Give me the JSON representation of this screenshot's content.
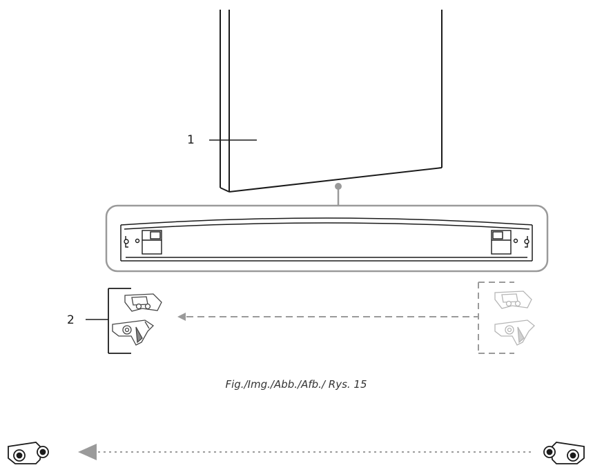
{
  "figure": {
    "caption": "Fig./Img./Abb./Afb./ Rys. 15"
  },
  "callouts": [
    {
      "label": "1"
    },
    {
      "label": "2"
    }
  ],
  "colors": {
    "line": "#1a1a1a",
    "highlight": "#9a9a9a",
    "ghost": "#b5b5b5"
  },
  "icons": [
    "hinge-bracket-icon",
    "hinge-bracket-ghost-icon",
    "hinge-small-icon",
    "arrow-left-icon"
  ]
}
